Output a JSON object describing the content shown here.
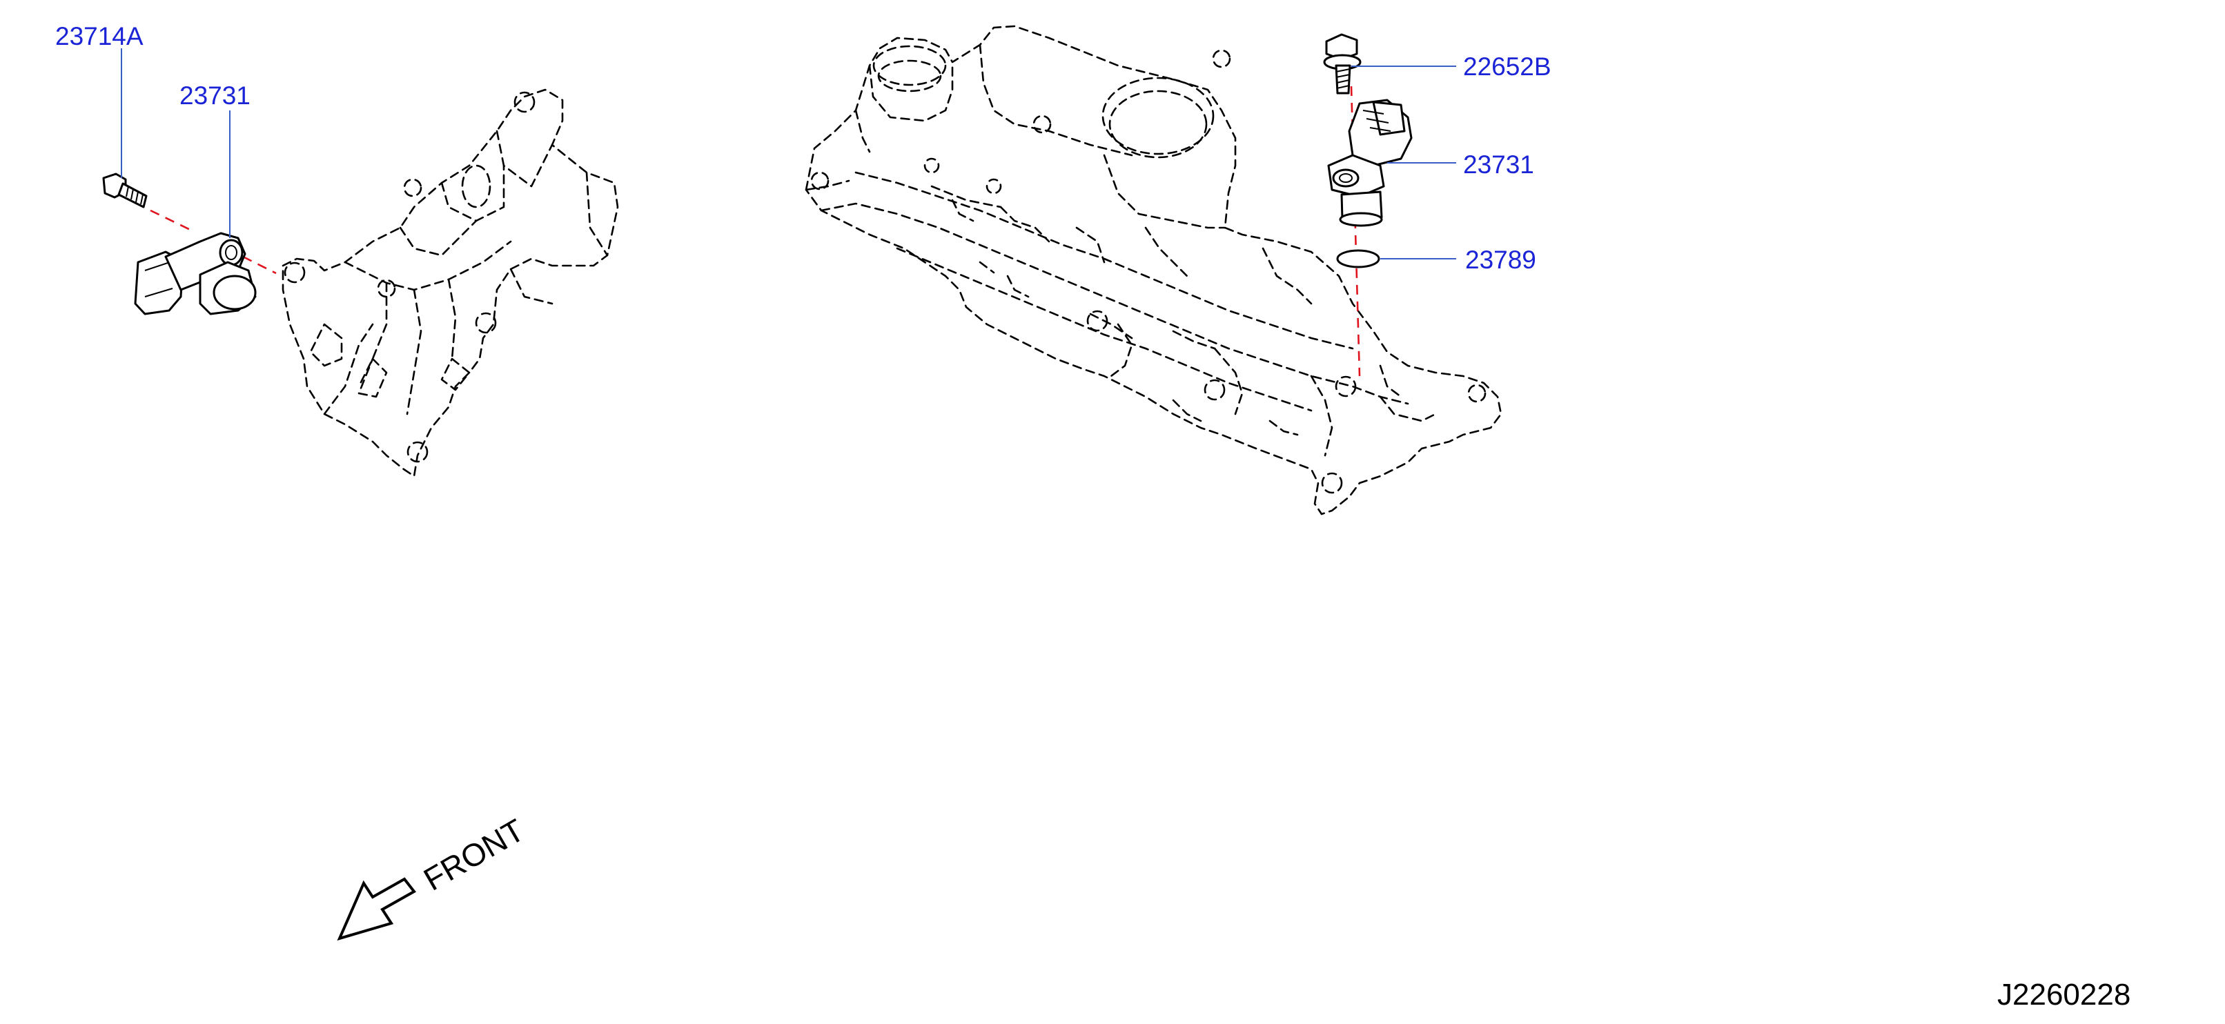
{
  "colors": {
    "callout": "#1a24d6",
    "leader": "#3a5ec8",
    "alignment_line": "#e0141e",
    "linework": "#000000"
  },
  "callouts": {
    "bolt_left": "23714A",
    "sensor_left": "23731",
    "bolt_right": "22652B",
    "sensor_right": "23731",
    "seal_right": "23789"
  },
  "front_label": "FRONT",
  "diagram_id": "J2260228"
}
